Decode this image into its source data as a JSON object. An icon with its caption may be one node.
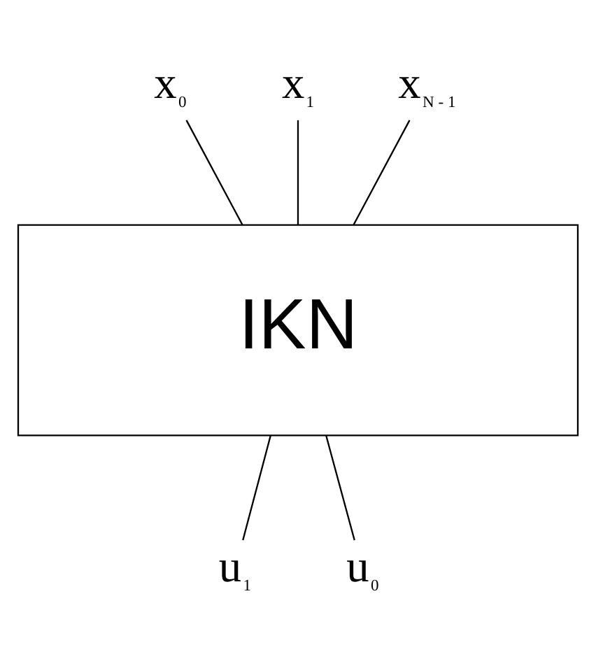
{
  "diagram": {
    "nodes": [
      {
        "text": [
          "x$_{0}$"
        ]
      },
      {
        "text": [
          "x$_{1}$"
        ]
      },
      {
        "text": [
          "x$_{N - 1}$"
        ]
      },
      {
        "text": [
          "IKN"
        ]
      },
      {
        "text": [
          "u$_{1}$"
        ]
      },
      {
        "text": [
          "u$_{0}$"
        ]
      }
    ],
    "edges": [
      {
        "from": 0,
        "to": 3,
        "arrow": "none"
      },
      {
        "from": 1,
        "to": 3,
        "arrow": "none"
      },
      {
        "from": 2,
        "to": 3,
        "arrow": "none"
      },
      {
        "from": 3,
        "to": 4,
        "arrow": "none"
      },
      {
        "from": 3,
        "to": 5,
        "arrow": "none"
      }
    ]
  }
}
